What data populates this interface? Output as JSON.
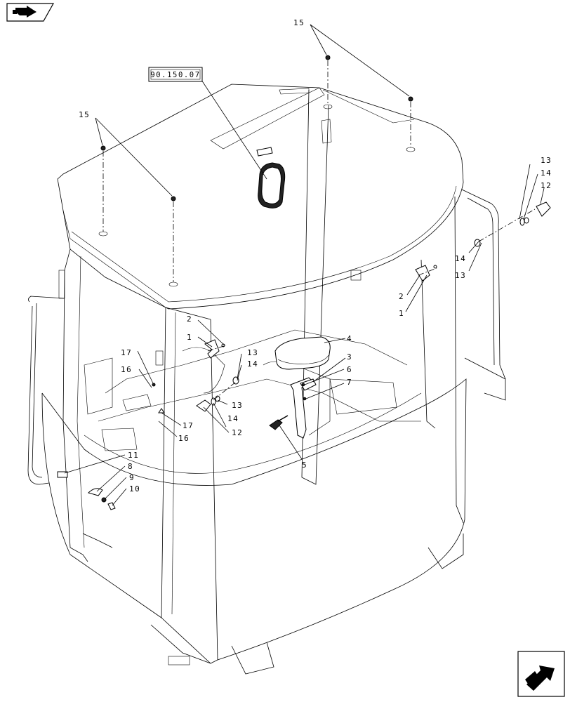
{
  "reference_box": "90.150.07",
  "callouts": [
    {
      "id": "c15a",
      "text": "15"
    },
    {
      "id": "c15b",
      "text": "15"
    },
    {
      "id": "c13r",
      "text": "13"
    },
    {
      "id": "c14r",
      "text": "14"
    },
    {
      "id": "c12r",
      "text": "12"
    },
    {
      "id": "c14rb",
      "text": "14"
    },
    {
      "id": "c13rb",
      "text": "13"
    },
    {
      "id": "c2r",
      "text": "2"
    },
    {
      "id": "c1r",
      "text": "1"
    },
    {
      "id": "c2l",
      "text": "2"
    },
    {
      "id": "c1l",
      "text": "1"
    },
    {
      "id": "c13l",
      "text": "13"
    },
    {
      "id": "c14l",
      "text": "14"
    },
    {
      "id": "c13lb",
      "text": "13"
    },
    {
      "id": "c14lb",
      "text": "14"
    },
    {
      "id": "c12l",
      "text": "12"
    },
    {
      "id": "c4",
      "text": "4"
    },
    {
      "id": "c3",
      "text": "3"
    },
    {
      "id": "c6",
      "text": "6"
    },
    {
      "id": "c7",
      "text": "7"
    },
    {
      "id": "c5",
      "text": "5"
    },
    {
      "id": "c17a",
      "text": "17"
    },
    {
      "id": "c16a",
      "text": "16"
    },
    {
      "id": "c17b",
      "text": "17"
    },
    {
      "id": "c16b",
      "text": "16"
    },
    {
      "id": "c11",
      "text": "11"
    },
    {
      "id": "c8",
      "text": "8"
    },
    {
      "id": "c9",
      "text": "9"
    },
    {
      "id": "c10",
      "text": "10"
    }
  ],
  "nav": {
    "top_left_icon": "previous-page-arrow-icon",
    "bottom_right_icon": "next-page-arrow-icon"
  }
}
